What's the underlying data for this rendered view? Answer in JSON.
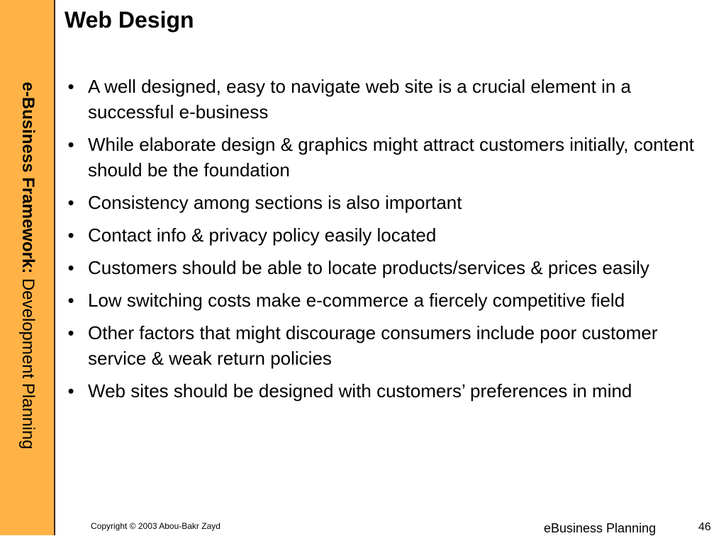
{
  "sidebar": {
    "bold_text": "e-Business Framework:",
    "normal_text": " Development Planning",
    "background_color": "#ffb347"
  },
  "slide": {
    "title": "Web Design",
    "bullets": [
      "A well designed, easy to navigate web site is a crucial element in a successful e-business",
      "While elaborate design & graphics might attract customers initially, content should be the foundation",
      "Consistency among sections is also important",
      "Contact info & privacy policy easily located",
      "Customers should be able to locate products/services & prices easily",
      "Low switching costs make e-commerce a fiercely competitive field",
      "Other factors that might discourage consumers include poor customer service & weak return policies",
      "Web sites should be designed with customers’ preferences in mind"
    ]
  },
  "footer": {
    "copyright": "Copyright © 2003 Abou-Bakr Zayd",
    "title": "eBusiness Planning",
    "page_number": "46"
  }
}
